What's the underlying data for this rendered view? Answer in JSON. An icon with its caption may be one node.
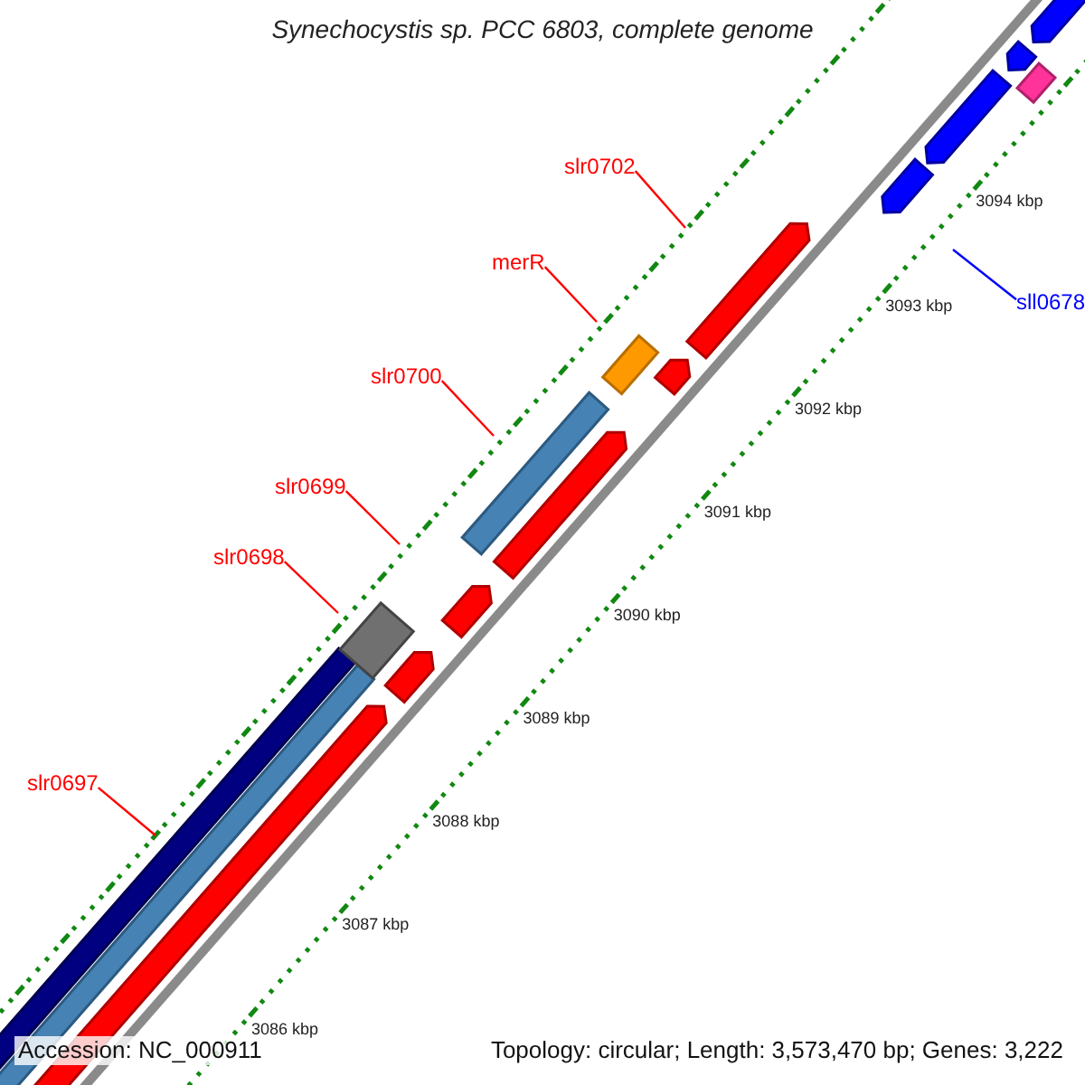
{
  "diagram": {
    "title": "Synechocystis sp. PCC 6803, complete genome",
    "nodes": [
      {
        "text": [
          "slr0702"
        ]
      },
      {
        "text": [
          "merR"
        ]
      },
      {
        "text": [
          "sll0678"
        ]
      },
      {
        "text": [
          "slr0700"
        ]
      },
      {
        "text": [
          "slr0699"
        ]
      },
      {
        "text": [
          "slr0698"
        ]
      },
      {
        "text": [
          "slr0697"
        ]
      }
    ],
    "edges": [
      {
        "from": 0,
        "to": null,
        "arrow": "none"
      },
      {
        "from": 1,
        "to": null,
        "arrow": "none"
      },
      {
        "from": 2,
        "to": null,
        "arrow": "none",
        "color": "#0000ff"
      },
      {
        "from": 3,
        "to": null,
        "arrow": "none"
      },
      {
        "from": 4,
        "to": null,
        "arrow": "none"
      },
      {
        "from": 5,
        "to": null,
        "arrow": "none"
      },
      {
        "from": 6,
        "to": null,
        "arrow": "none"
      }
    ],
    "labels": [
      "3094 kbp",
      "3093 kbp",
      "3092 kbp",
      "3091 kbp",
      "3090 kbp",
      "3089 kbp",
      "3088 kbp",
      "3087 kbp",
      "3086 kbp",
      "Accession: NC_000911",
      "Topology: circular; Length: 3,573,470 bp; Genes: 3,222"
    ]
  }
}
